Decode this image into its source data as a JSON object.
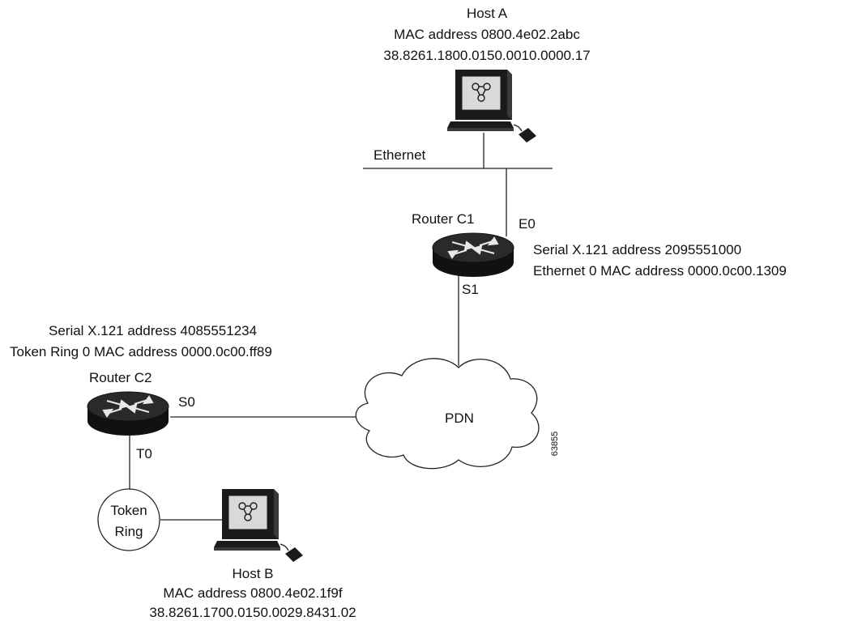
{
  "host_a": {
    "title": "Host A",
    "mac": "MAC address 0800.4e02.2abc",
    "nsap": "38.8261.1800.0150.0010.0000.17"
  },
  "ethernet_label": "Ethernet",
  "router_c1": {
    "title": "Router C1",
    "port_e0": "E0",
    "port_s1": "S1",
    "x121": "Serial X.121 address 2095551000",
    "mac": "Ethernet 0 MAC address 0000.0c00.1309"
  },
  "router_c2": {
    "title": "Router C2",
    "port_s0": "S0",
    "port_t0": "T0",
    "x121": "Serial X.121 address 4085551234",
    "mac": "Token Ring 0 MAC address 0000.0c00.ff89"
  },
  "pdn_label": "PDN",
  "token_ring": {
    "line1": "Token",
    "line2": "Ring"
  },
  "host_b": {
    "title": "Host B",
    "mac": "MAC address 0800.4e02.1f9f",
    "nsap": "38.8261.1700.0150.0029.8431.02"
  },
  "figure_id": "63855"
}
